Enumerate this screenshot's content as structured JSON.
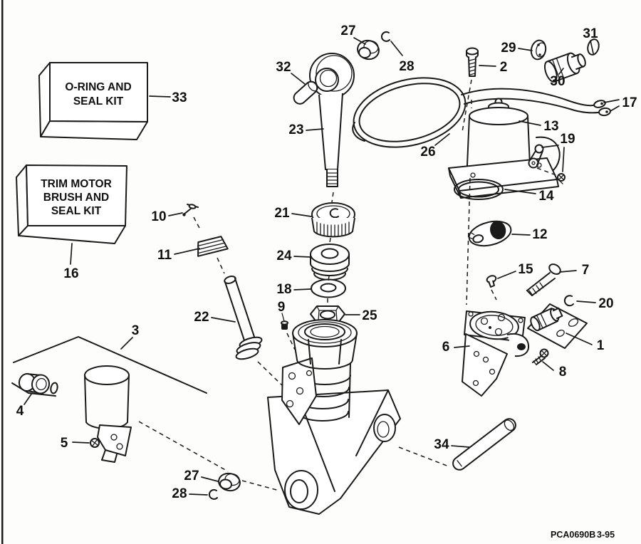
{
  "figure": {
    "code": "PCA0690B",
    "date": "3-95"
  },
  "boxes": [
    {
      "name": "o-ring-and-seal-kit",
      "lines": [
        "O-RING AND",
        "SEAL KIT"
      ]
    },
    {
      "name": "trim-motor-brush-and-seal-kit",
      "lines": [
        "TRIM MOTOR",
        "BRUSH AND",
        "SEAL KIT"
      ]
    }
  ],
  "callouts": [
    {
      "label": "27"
    },
    {
      "label": "28"
    },
    {
      "label": "32"
    },
    {
      "label": "23"
    },
    {
      "label": "33"
    },
    {
      "label": "2"
    },
    {
      "label": "29"
    },
    {
      "label": "30"
    },
    {
      "label": "31"
    },
    {
      "label": "17"
    },
    {
      "label": "26"
    },
    {
      "label": "13"
    },
    {
      "label": "19"
    },
    {
      "label": "14"
    },
    {
      "label": "12"
    },
    {
      "label": "16"
    },
    {
      "label": "10"
    },
    {
      "label": "11"
    },
    {
      "label": "21"
    },
    {
      "label": "24"
    },
    {
      "label": "18"
    },
    {
      "label": "9"
    },
    {
      "label": "25"
    },
    {
      "label": "15"
    },
    {
      "label": "7"
    },
    {
      "label": "20"
    },
    {
      "label": "1"
    },
    {
      "label": "6"
    },
    {
      "label": "8"
    },
    {
      "label": "3"
    },
    {
      "label": "4"
    },
    {
      "label": "5"
    },
    {
      "label": "22"
    },
    {
      "label": "27"
    },
    {
      "label": "28"
    },
    {
      "label": "34"
    }
  ]
}
